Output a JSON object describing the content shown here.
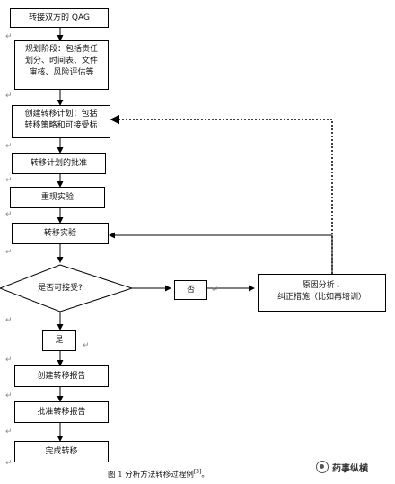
{
  "flowchart": {
    "step1": "转接双方的 QAG",
    "step2_lines": [
      "规划阶段：包括责任",
      "划分、时间表、文件",
      "审核、风险评估等"
    ],
    "step3_lines": [
      "创建转移计划：包括",
      "转移策略和可接受标"
    ],
    "step4": "转移计划的批准",
    "step5": "重现实验",
    "step6": "转移实验",
    "decision": "是否可接受?",
    "no": "否",
    "root_cause_lines": [
      "原因分析↓",
      "纠正措施（比如再培训）"
    ],
    "yes": "是",
    "step7": "创建转移报告",
    "step8": "批准转移报告",
    "step9": "完成转移"
  },
  "caption": {
    "text": "图 1 分析方法转移过程例",
    "ref": "[3]",
    "tail": "。"
  },
  "watermark": {
    "text": "药事纵横",
    "icon": "wechat-logo-icon"
  },
  "para_mark": "↵"
}
